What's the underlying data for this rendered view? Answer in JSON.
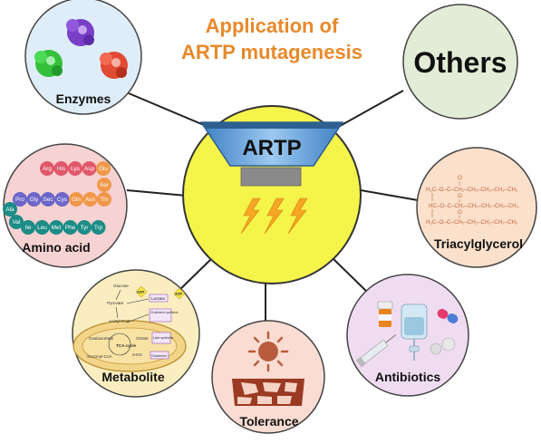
{
  "title": {
    "line1": "Application of",
    "line2": "ARTP mutagenesis"
  },
  "center": {
    "label": "ARTP"
  },
  "nodes": {
    "enzymes": "Enzymes",
    "others": "Others",
    "amino_acid": "Amino acid",
    "triacylglycerol": "Triacylglycerol",
    "metabolite": "Metabolite",
    "antibiotics": "Antibiotics",
    "tolerance": "Tolerance"
  },
  "amino_acids": {
    "row1": [
      "Arg",
      "His",
      "Lys",
      "Asp",
      "Glu"
    ],
    "row2": [
      "Ser"
    ],
    "row3": [
      "Pro",
      "Gly",
      "Sec",
      "Cys",
      "Gln",
      "Asn",
      "Thr"
    ],
    "row4": [
      "Ala",
      "Val"
    ],
    "row5": [
      "Ile",
      "Leu",
      "Met",
      "Phe",
      "Tyr",
      "Trp"
    ]
  },
  "triacylglycerol_formula": [
    "H₂C–O–C–CH₂–CH₂–CH₂–CH₂–CH₃",
    "HC–O–C–CH₂–CH₂–CH₂–CH₂–CH₃",
    "H₂C–O–C–CH₂–CH₂–CH₂–CH₂–CH₃"
  ],
  "metabolite_labels": {
    "glucose": "Glucose",
    "pyruvate": "Pyruvate",
    "lactate": "Lactate",
    "acetyl_coa": "Acetyl-CoA",
    "cholesterol": "Cholesterol synthesis",
    "oxaloacetate": "Oxaloacetate",
    "citrate": "Citrate",
    "lipid": "Lipid synthesis",
    "tca": "TCA cycle",
    "succinyl": "Succinyl-CoA",
    "akg": "α-KG",
    "glutamine": "Glutamine",
    "atp": "ATP"
  },
  "colors": {
    "title": "#e8892b",
    "center_fill": "#f4f44a",
    "funnel": "#6fa8dc",
    "bolt": "#f5a623"
  }
}
